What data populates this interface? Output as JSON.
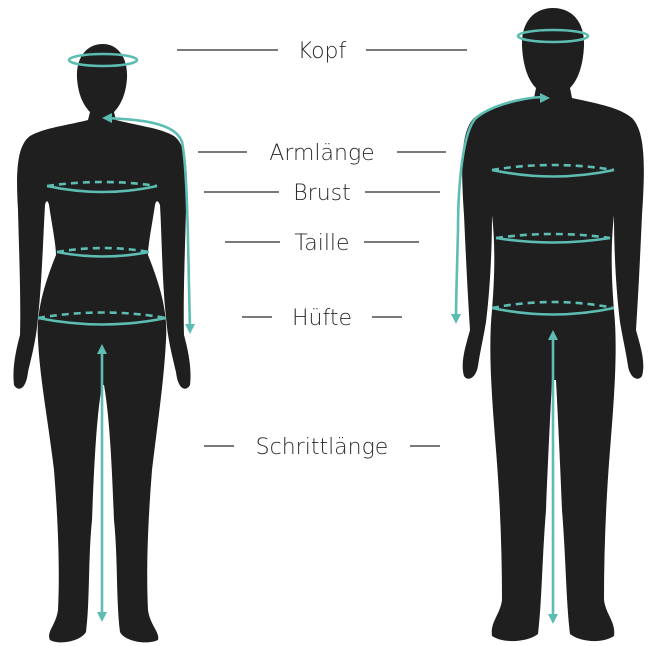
{
  "colors": {
    "silhouette": "#1f1f1f",
    "tape": "#5dbdb3",
    "label": "#2b2b2b",
    "background": "#ffffff"
  },
  "labels": {
    "head": "Kopf",
    "arm_length": "Armlänge",
    "chest": "Brust",
    "waist": "Taille",
    "hip": "Hüfte",
    "inseam": "Schrittlänge"
  }
}
